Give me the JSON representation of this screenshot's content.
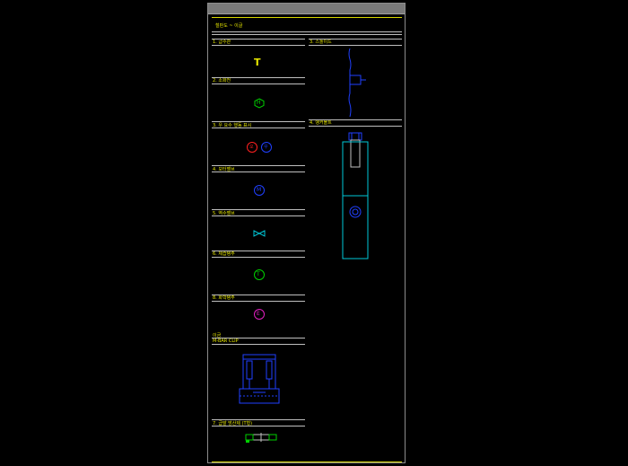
{
  "sheet_title": "철판도 ~ 이글",
  "left_sections": [
    {
      "label": "1. 급수관"
    },
    {
      "label": "2. 소화전"
    },
    {
      "label": "3. 우 요수 행동 표시"
    },
    {
      "label": "4. 모터밸브"
    },
    {
      "label": "5. 역수밸브"
    },
    {
      "label": "6. 제습탱주"
    },
    {
      "label": "8. 화학탱주"
    }
  ],
  "right_sections": [
    {
      "label": "3. 스톨이드"
    },
    {
      "label": "4. 앵커볼트"
    }
  ],
  "symbols": {
    "tee_glyph": "T",
    "hydrant_glyph": "H",
    "left_circle_glyph": "오",
    "right_circle_glyph": "우",
    "motor_glyph": "M",
    "t_glyph": "T",
    "e_glyph": "E"
  },
  "clip_block": {
    "label1": "이금",
    "label2": "M-BAR CLIP"
  },
  "bottom_section": {
    "label": "7. 급발 방산제 (T형)"
  },
  "colors": {
    "yellow": "#e8e800",
    "green": "#00d000",
    "blue": "#2040ff",
    "red": "#ff2020",
    "cyan": "#00c8d8",
    "magenta": "#e020c0"
  }
}
